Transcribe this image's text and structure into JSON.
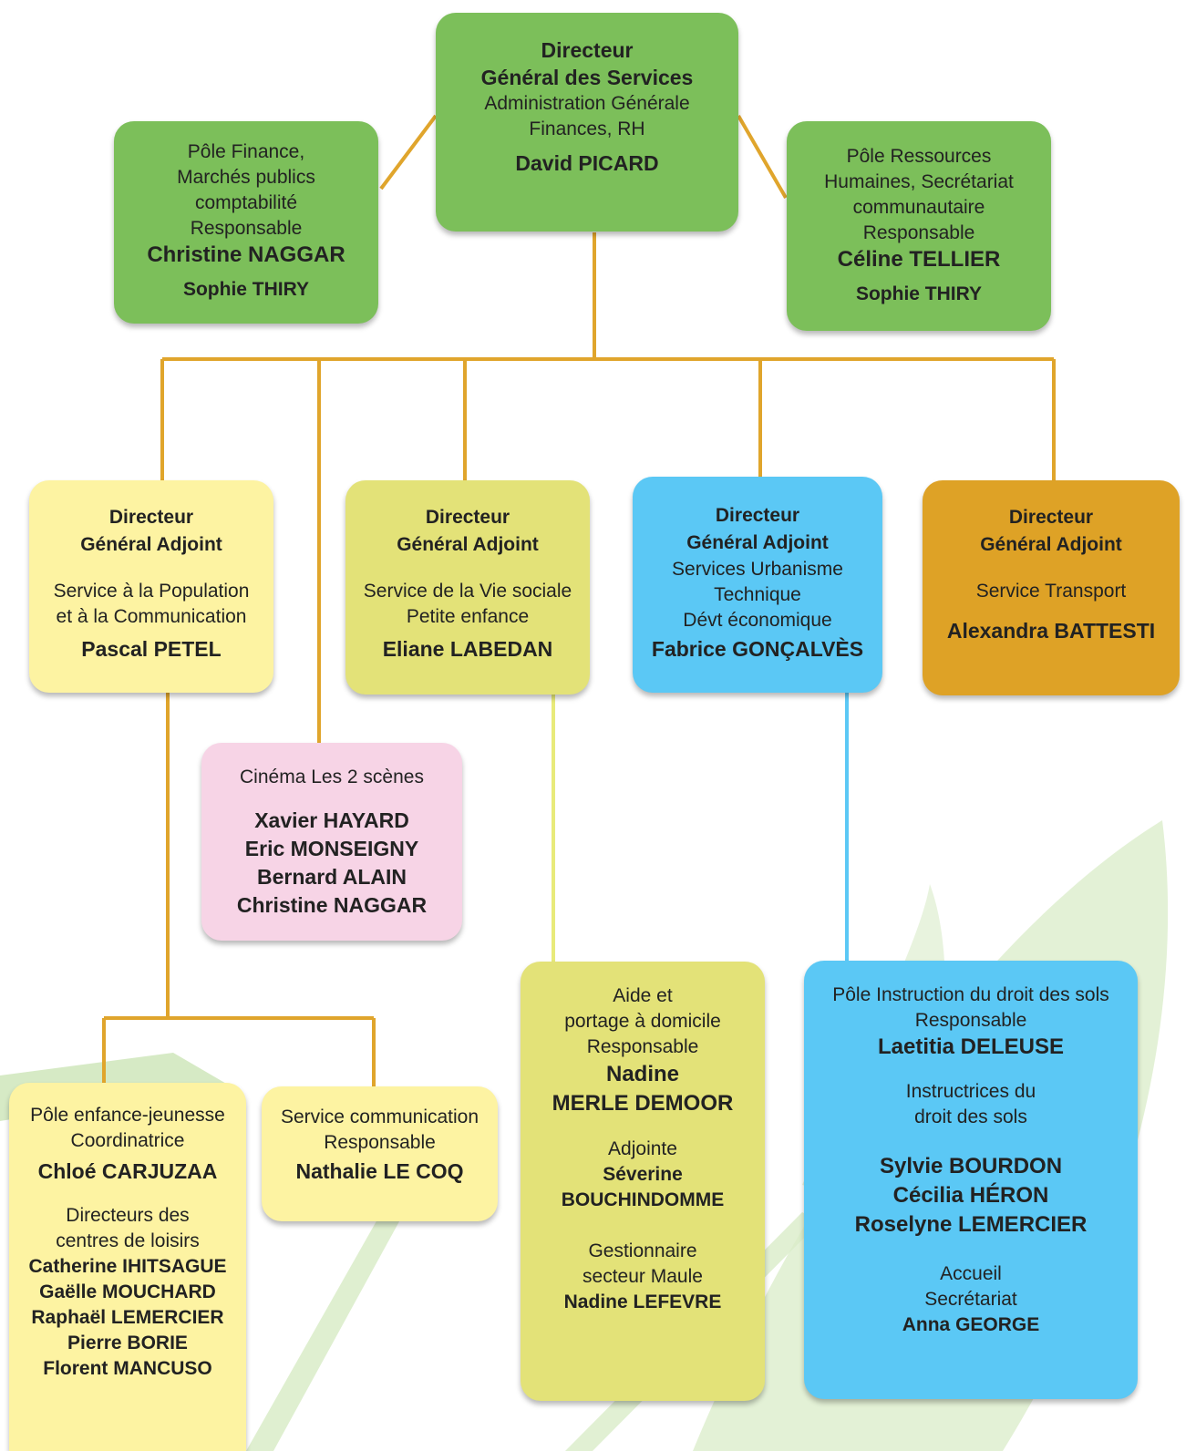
{
  "top": {
    "dgs": {
      "l1": "Directeur",
      "l2": "Général des Services",
      "l3": "Administration Générale",
      "l4": "Finances, RH",
      "name": "David PICARD"
    },
    "finance": {
      "l1": "Pôle Finance,",
      "l2": "Marchés publics",
      "l3": "comptabilité",
      "l4": "Responsable",
      "name": "Christine NAGGAR",
      "name2": "Sophie THIRY"
    },
    "rh": {
      "l1": "Pôle Ressources",
      "l2": "Humaines, Secrétariat",
      "l3": "communautaire",
      "l4": "Responsable",
      "name": "Céline TELLIER",
      "name2": "Sophie THIRY"
    }
  },
  "dga": {
    "population": {
      "l1": "Directeur",
      "l2": "Général Adjoint",
      "l3": "Service à la Population",
      "l4": "et à la Communication",
      "name": "Pascal PETEL"
    },
    "social": {
      "l1": "Directeur",
      "l2": "Général Adjoint",
      "l3": "Service de la Vie sociale",
      "l4": "Petite enfance",
      "name": "Eliane LABEDAN"
    },
    "urbanisme": {
      "l1": "Directeur",
      "l2": "Général Adjoint",
      "l3": "Services Urbanisme",
      "l4": "Technique",
      "l5": "Dévt économique",
      "name": "Fabrice GONÇALVÈS"
    },
    "transport": {
      "l1": "Directeur",
      "l2": "Général Adjoint",
      "l3": "Service Transport",
      "name": "Alexandra BATTESTI"
    }
  },
  "cinema": {
    "title": "Cinéma Les 2 scènes",
    "names": [
      "Xavier HAYARD",
      "Eric MONSEIGNY",
      "Bernard ALAIN",
      "Christine NAGGAR"
    ]
  },
  "enfance": {
    "l1": "Pôle enfance-jeunesse",
    "l2": "Coordinatrice",
    "name": "Chloé CARJUZAA",
    "l3": "Directeurs des",
    "l4": "centres de loisirs",
    "names": [
      "Catherine IHITSAGUE",
      "Gaëlle MOUCHARD",
      "Raphaël LEMERCIER",
      "Pierre BORIE",
      "Florent MANCUSO"
    ]
  },
  "communication": {
    "l1": "Service communication",
    "l2": "Responsable",
    "name": "Nathalie LE COQ"
  },
  "aide": {
    "l1": "Aide et",
    "l2": "portage à domicile",
    "l3": "Responsable",
    "name1": "Nadine",
    "name2": "MERLE DEMOOR",
    "l4": "Adjointe",
    "name3": "Séverine",
    "name4": "BOUCHINDOMME",
    "l5": "Gestionnaire",
    "l6": "secteur Maule",
    "name5": "Nadine LEFEVRE"
  },
  "sols": {
    "l1": "Pôle Instruction du droit des sols",
    "l2": "Responsable",
    "name": "Laetitia DELEUSE",
    "l3": "Instructrices du",
    "l4": "droit des sols",
    "names": [
      "Sylvie BOURDON",
      "Cécilia HÉRON",
      "Roselyne LEMERCIER"
    ],
    "l5": "Accueil",
    "l6": "Secrétariat",
    "name2": "Anna GEORGE"
  },
  "colors": {
    "connector": "#e0a52c",
    "green": "#7cbf5a",
    "light_yellow": "#fdf3a2",
    "olive": "#e3e278",
    "cyan": "#5bc8f5",
    "orange": "#dea226",
    "pink": "#f7d4e6",
    "leaf": "#d8ebc6"
  }
}
